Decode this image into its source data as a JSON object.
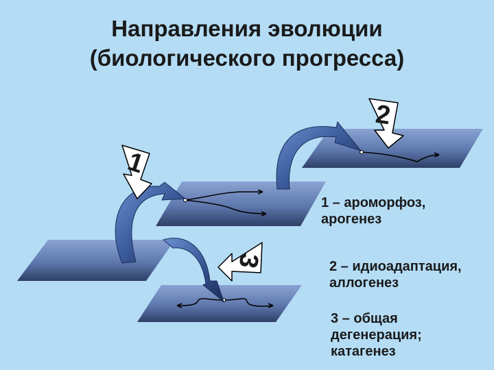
{
  "title": {
    "line1": "Направления эволюции",
    "line2": "(биологического прогресса)"
  },
  "markers": {
    "m1": "1",
    "m2": "2",
    "m3": "3"
  },
  "legend": {
    "item1_line1": "1 – ароморфоз,",
    "item1_line2": "арогенез",
    "item2_line1": "2 – идиоадаптация,",
    "item2_line2": "аллогенез",
    "item3_line1": "3 – общая",
    "item3_line2": "дегенерация;",
    "item3_line3": "катагенез"
  },
  "colors": {
    "background": "#B4DCF5",
    "plane_light": "#7E95C5",
    "plane_dark": "#33466F",
    "arc_light": "#5B7EC0",
    "arc_dark": "#1D2F5A"
  }
}
